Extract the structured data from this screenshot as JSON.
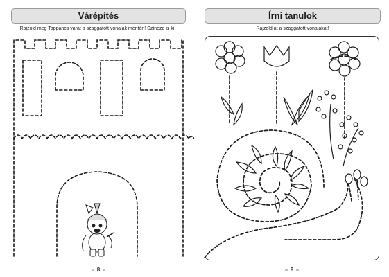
{
  "left_page": {
    "title": "Várépítés",
    "instruction": "Rajzold meg Tappancs várát a szaggatott vonalak mentén! Színezd is ki!",
    "page_number": "8"
  },
  "right_page": {
    "title": "Írni tanulok",
    "instruction": "Rajzold át a szaggatott vonalakat!",
    "page_number": "9"
  }
}
